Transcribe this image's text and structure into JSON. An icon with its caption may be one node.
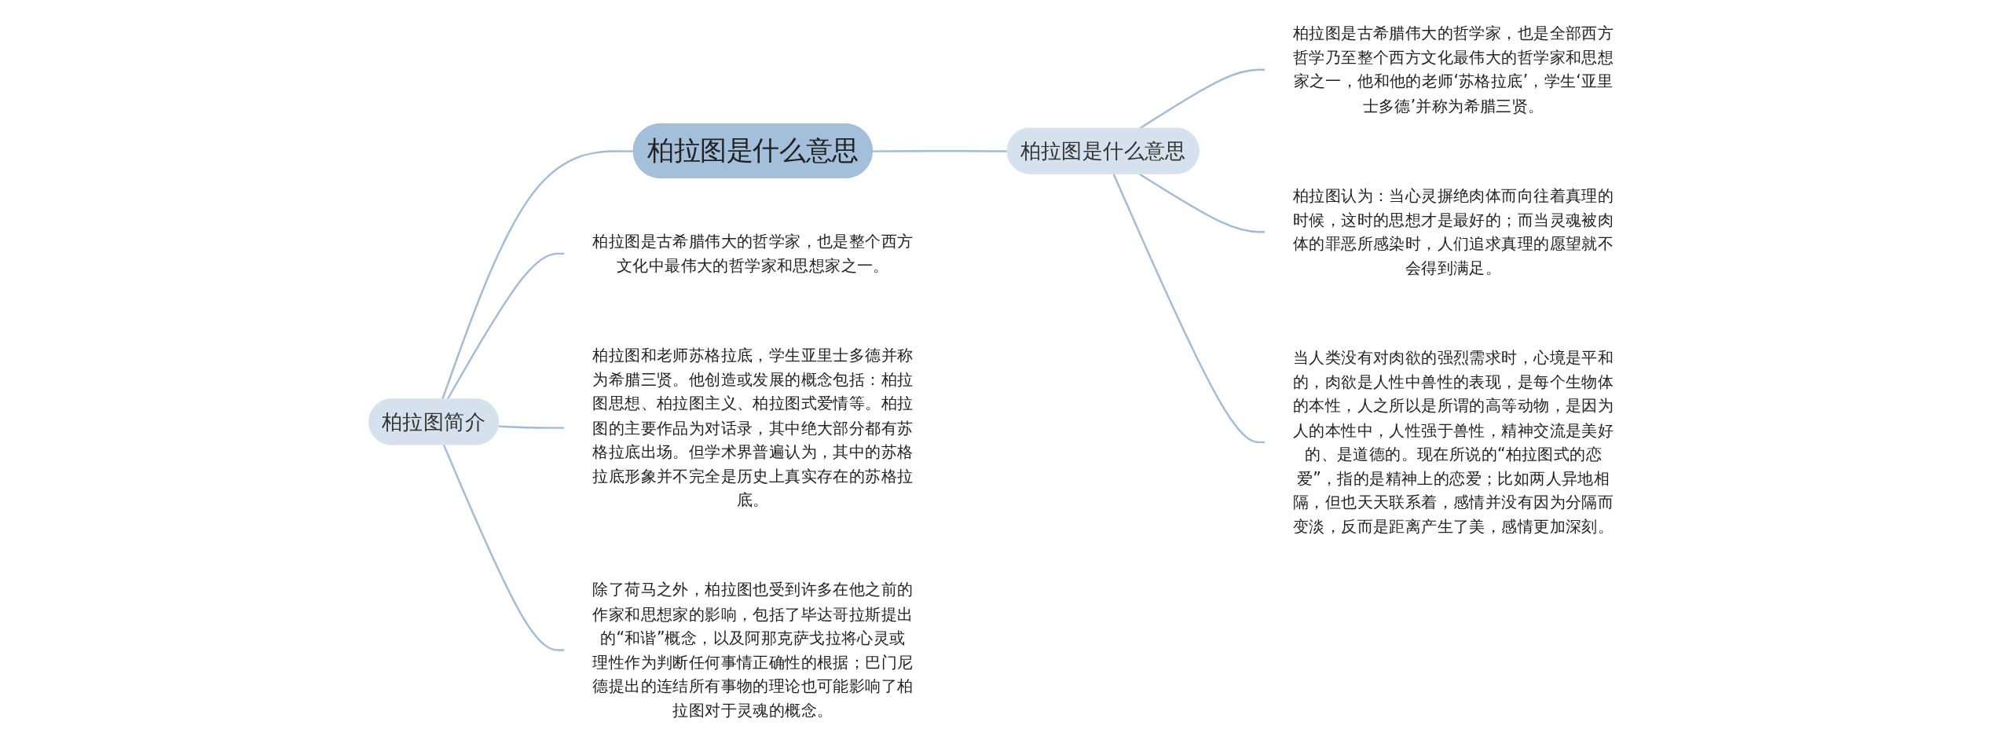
{
  "diagram": {
    "nodes": [
      {
        "text": [
          "柏拉图是什么意思"
        ]
      },
      {
        "text": [
          "柏拉图简介"
        ]
      },
      {
        "text": [
          "柏拉图是什么意思"
        ]
      },
      {
        "text": [
          "柏拉图是古希腊伟大的哲学家，也是整个西方文化中最伟大的哲学家和思想家之一。"
        ]
      },
      {
        "text": [
          "柏拉图和老师苏格拉底，学生亚里士多德并称为希腊三贤。他创造或发展的概念包括：柏拉图思想、柏拉图主义、柏拉图式爱情等。柏拉图的主要作品为对话录，其中绝大部分都有苏格拉底出场。但学术界普遍认为，其中的苏格拉底形象并不完全是历史上真实存在的苏格拉底。"
        ]
      },
      {
        "text": [
          "除了荷马之外，柏拉图也受到许多在他之前的作家和思想家的影响，包括了毕达哥拉斯提出的“和谐”概念，以及阿那克萨戈拉将心灵或理性作为判断任何事情正确性的根据；巴门尼德提出的连结所有事物的理论也可能影响了柏拉图对于灵魂的概念。"
        ]
      },
      {
        "text": [
          "柏拉图是古希腊伟大的哲学家，也是全部西方哲学乃至整个西方文化最伟大的哲学家和思想家之一，他和他的老师‘苏格拉底’，学生‘亚里士多德’并称为希腊三贤。"
        ]
      },
      {
        "text": [
          "柏拉图认为：当心灵摒绝肉体而向往着真理的时候，这时的思想才是最好的；而当灵魂被肉体的罪恶所感染时，人们追求真理的愿望就不会得到满足。"
        ]
      },
      {
        "text": [
          "当人类没有对肉欲的强烈需求时，心境是平和的，肉欲是人性中兽性的表现，是每个生物体的本性，人之所以是所谓的高等动物，是因为人的本性中，人性强于兽性，精神交流是美好的、是道德的。现在所说的“柏拉图式的恋爱”，指的是精神上的恋爱；比如两人异地相隔，但也天天联系着，感情并没有因为分隔而变淡，反而是距离产生了美，感情更加深刻。"
        ]
      }
    ],
    "edges": [
      {
        "from": 0,
        "to": 1,
        "arrow": "none"
      },
      {
        "from": 0,
        "to": 2,
        "arrow": "none"
      },
      {
        "from": 1,
        "to": 3,
        "arrow": "none"
      },
      {
        "from": 1,
        "to": 4,
        "arrow": "none"
      },
      {
        "from": 1,
        "to": 5,
        "arrow": "none"
      },
      {
        "from": 2,
        "to": 6,
        "arrow": "none"
      },
      {
        "from": 2,
        "to": 7,
        "arrow": "none"
      },
      {
        "from": 2,
        "to": 8,
        "arrow": "none"
      }
    ]
  }
}
